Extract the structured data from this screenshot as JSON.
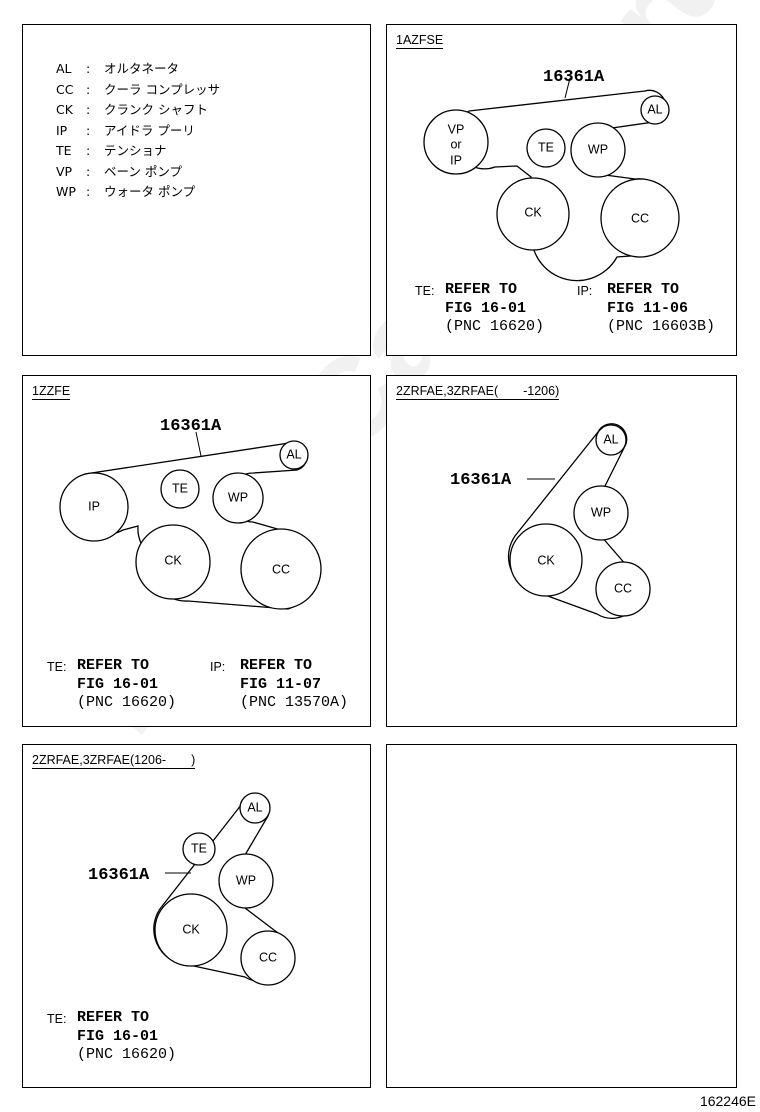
{
  "legend": [
    {
      "abbr": "AL",
      "sep": ":",
      "name": "オルタネータ"
    },
    {
      "abbr": "CC",
      "sep": ":",
      "name": "クーラ コンプレッサ"
    },
    {
      "abbr": "CK",
      "sep": ":",
      "name": "クランク シャフト"
    },
    {
      "abbr": "IP",
      "sep": ":",
      "name": "アイドラ プーリ"
    },
    {
      "abbr": "TE",
      "sep": ":",
      "name": "テンショナ"
    },
    {
      "abbr": "VP",
      "sep": ":",
      "name": "ベーン ポンプ"
    },
    {
      "abbr": "WP",
      "sep": ":",
      "name": "ウォータ ポンプ"
    }
  ],
  "panels": {
    "p1": {
      "title": "1AZFSE",
      "part": "16361A",
      "pulleys": {
        "vp": "VP",
        "vp_or": "or",
        "vp_ip": "IP",
        "al": "AL",
        "te": "TE",
        "wp": "WP",
        "ck": "CK",
        "cc": "CC"
      },
      "refs": [
        {
          "key": "TE:",
          "l1": "REFER TO",
          "l2": "FIG 16-01",
          "l3": "(PNC 16620)"
        },
        {
          "key": "IP:",
          "l1": "REFER TO",
          "l2": "FIG 11-06",
          "l3": "(PNC 16603B)"
        }
      ]
    },
    "p2": {
      "title": "1ZZFE",
      "part": "16361A",
      "pulleys": {
        "ip": "IP",
        "al": "AL",
        "te": "TE",
        "wp": "WP",
        "ck": "CK",
        "cc": "CC"
      },
      "refs": [
        {
          "key": "TE:",
          "l1": "REFER TO",
          "l2": "FIG 16-01",
          "l3": "(PNC 16620)"
        },
        {
          "key": "IP:",
          "l1": "REFER TO",
          "l2": "FIG 11-07",
          "l3": "(PNC 13570A)"
        }
      ]
    },
    "p3": {
      "title": "2ZRFAE,3ZRFAE(　　-1206)",
      "part": "16361A",
      "pulleys": {
        "al": "AL",
        "wp": "WP",
        "ck": "CK",
        "cc": "CC"
      }
    },
    "p4": {
      "title": "2ZRFAE,3ZRFAE(1206-　　)",
      "part": "16361A",
      "pulleys": {
        "al": "AL",
        "te": "TE",
        "wp": "WP",
        "ck": "CK",
        "cc": "CC"
      },
      "refs": [
        {
          "key": "TE:",
          "l1": "REFER TO",
          "l2": "FIG 16-01",
          "l3": "(PNC 16620)"
        }
      ]
    }
  },
  "watermark": "ToyotaCarMine.ru",
  "doc_number": "162246E"
}
